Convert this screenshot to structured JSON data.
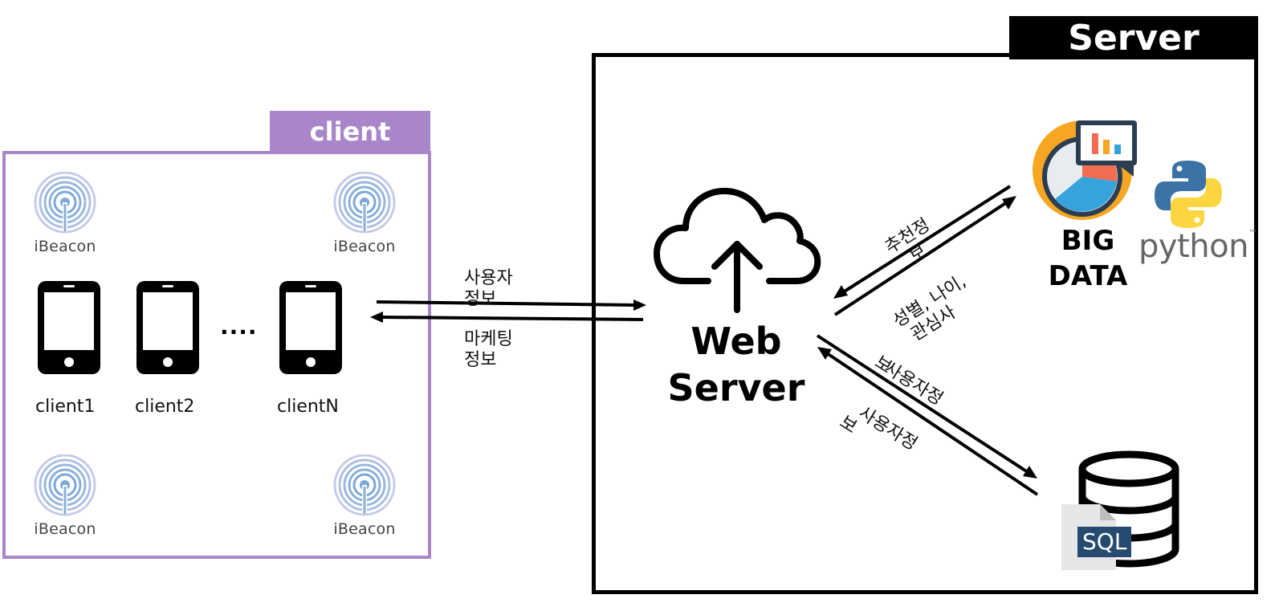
{
  "client": {
    "title": "client",
    "beacon_label": "iBeacon",
    "clients": [
      "client1",
      "client2",
      "clientN"
    ],
    "ellipsis": "....",
    "accent_color": "#a886c9"
  },
  "server": {
    "title": "Server",
    "web_server": [
      "Web",
      "Server"
    ],
    "big_data": [
      "BIG",
      "DATA"
    ],
    "python": "python",
    "python_tm": "™",
    "sql": "SQL"
  },
  "flows": {
    "to_server": [
      "사용자",
      "정보"
    ],
    "to_client": [
      "마케팅",
      "정보"
    ],
    "from_bigdata": [
      "추천정",
      "보"
    ],
    "to_bigdata": [
      "성별, 나이,",
      "관심사"
    ],
    "to_sql": [
      "사용자정",
      "보"
    ],
    "from_sql": [
      "사용자정",
      "보"
    ]
  },
  "icons": [
    "ibeacon-icon",
    "smartphone-icon",
    "cloud-upload-icon",
    "big-data-chart-icon",
    "python-logo-icon",
    "database-icon",
    "sql-file-icon"
  ]
}
